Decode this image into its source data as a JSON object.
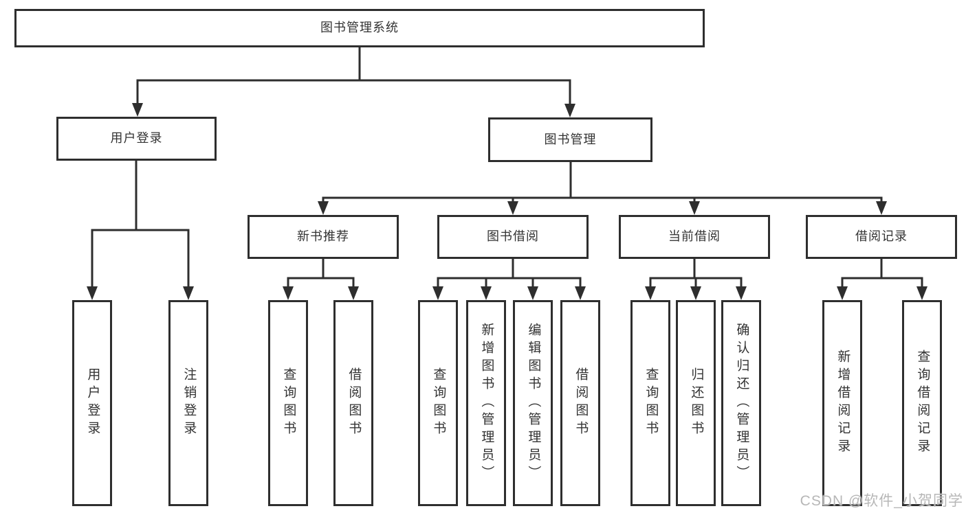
{
  "tree": {
    "label": "图书管理系统",
    "children": [
      {
        "label": "用户登录",
        "children": [
          {
            "label": "用户登录"
          },
          {
            "label": "注销登录"
          }
        ]
      },
      {
        "label": "图书管理",
        "children": [
          {
            "label": "新书推荐",
            "children": [
              {
                "label": "查询图书"
              },
              {
                "label": "借阅图书"
              }
            ]
          },
          {
            "label": "图书借阅",
            "children": [
              {
                "label": "查询图书"
              },
              {
                "label": "新增图书（管理员）"
              },
              {
                "label": "编辑图书（管理员）"
              },
              {
                "label": "借阅图书"
              }
            ]
          },
          {
            "label": "当前借阅",
            "children": [
              {
                "label": "查询图书"
              },
              {
                "label": "归还图书"
              },
              {
                "label": "确认归还（管理员）"
              }
            ]
          },
          {
            "label": "借阅记录",
            "children": [
              {
                "label": "新增借阅记录"
              },
              {
                "label": "查询借阅记录"
              }
            ]
          }
        ]
      }
    ]
  },
  "watermark": "CSDN @软件_小贺同学",
  "colors": {
    "line": "#2e2e2e",
    "box_border": "#2e2e2e",
    "text": "#333333",
    "watermark": "#b7b7b7",
    "background": "#ffffff"
  }
}
